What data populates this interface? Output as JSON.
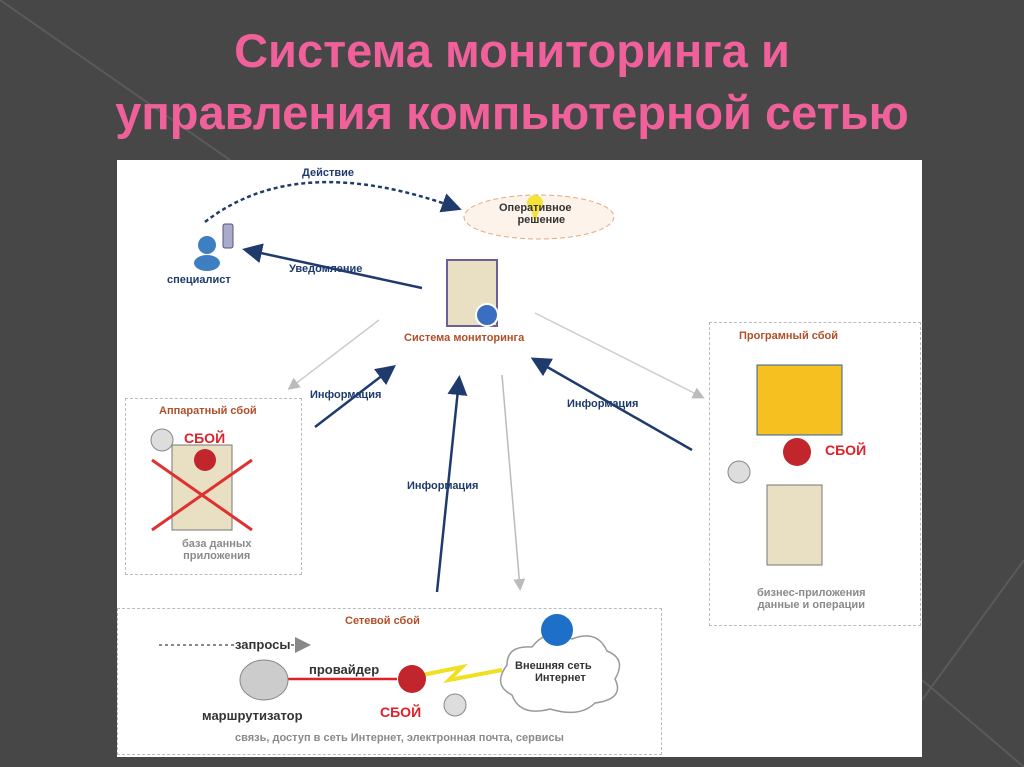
{
  "title": {
    "line1": "Система мониторинга и",
    "line2": "управления компьютерной сетью"
  },
  "diagram": {
    "action": "Действие",
    "decision": "Оперативное",
    "decision2": "решение",
    "specialist": "специалист",
    "notification": "Уведомление",
    "monitoring": "Система мониторинга",
    "info_left": "Информация",
    "info_center": "Информация",
    "info_right": "Информация",
    "hardware": {
      "title": "Аппаратный сбой",
      "fail": "СБОЙ",
      "db1": "база данных",
      "db2": "приложения"
    },
    "software": {
      "title": "Програмный сбой",
      "fail": "СБОЙ",
      "biz1": "бизнес-приложения",
      "biz2": "данные и операции"
    },
    "network": {
      "title": "Сетевой сбой",
      "requests": "запросы",
      "provider": "провайдер",
      "router": "маршрутизатор",
      "fail": "СБОЙ",
      "ext1": "Внешняя сеть",
      "ext2": "Интернет",
      "services": "связь, доступ в сеть Интернет, электронная почта, сервисы"
    }
  }
}
